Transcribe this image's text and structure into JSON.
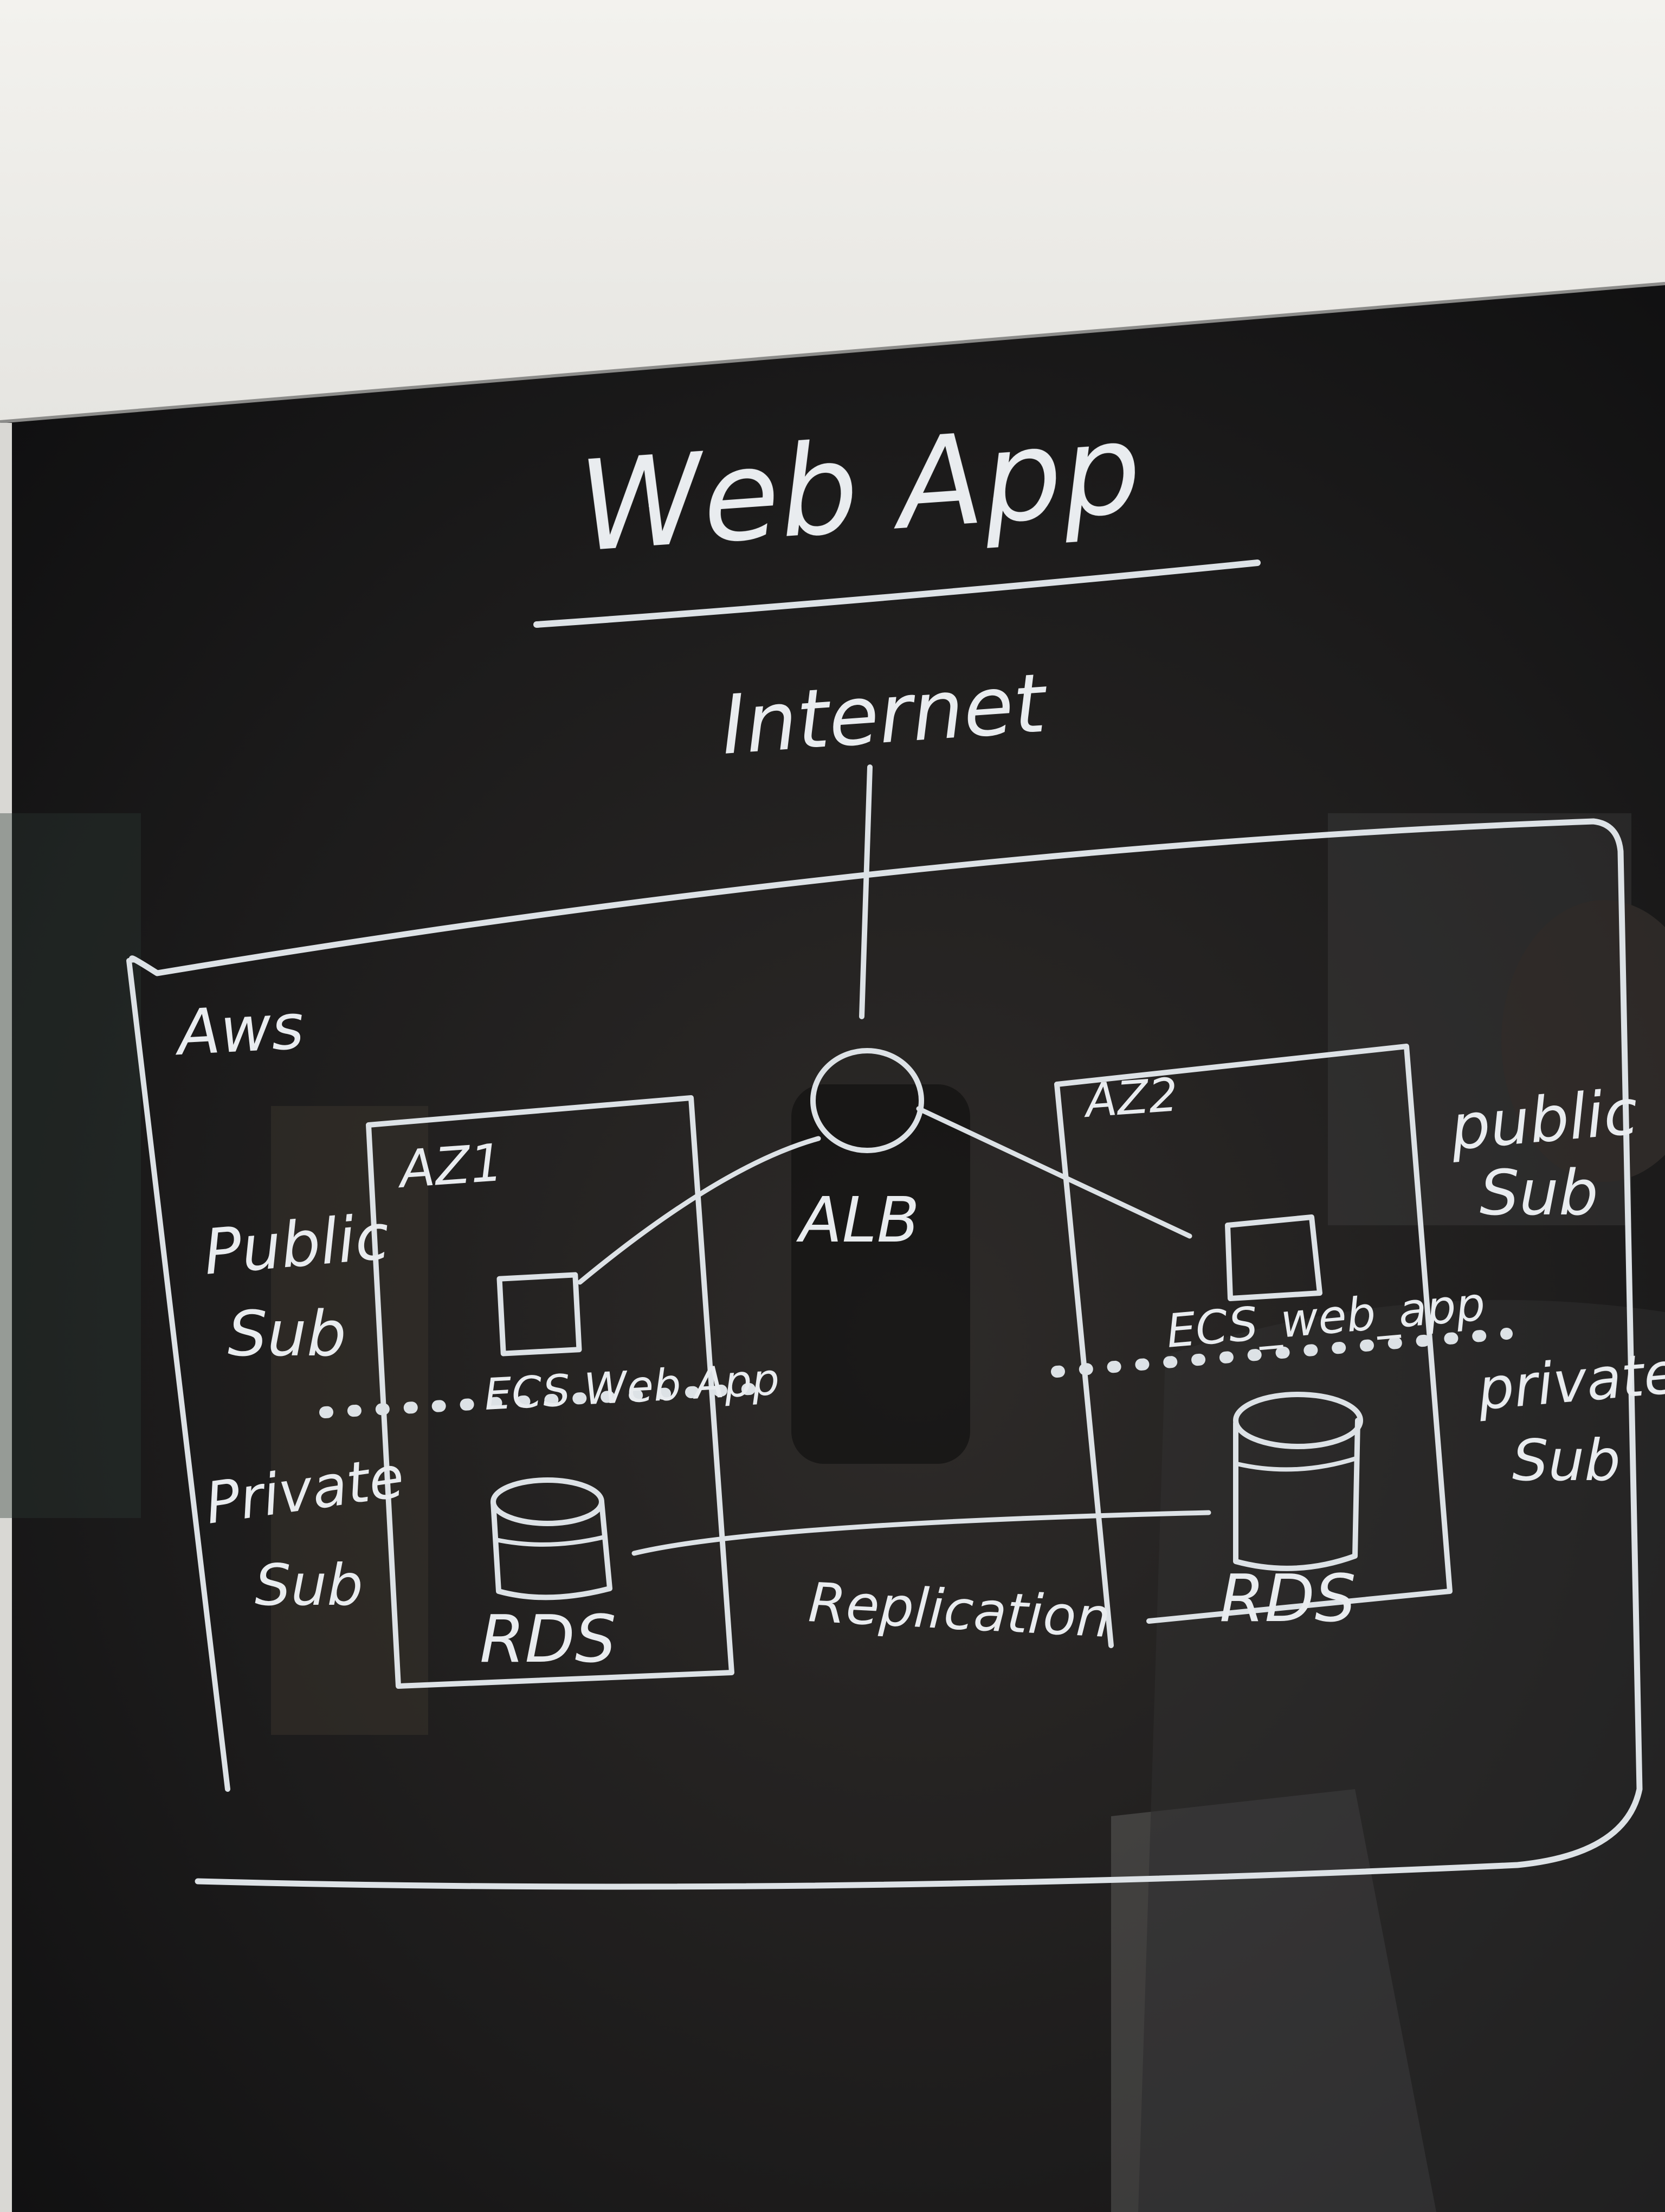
{
  "title": "Web App",
  "internet": "Internet",
  "cloud": "Aws",
  "load_balancer": "ALB",
  "replication": "Replication",
  "left_az": {
    "label": "AZ1",
    "public_subnet": [
      "Public",
      "Sub"
    ],
    "app": "ECS Web App",
    "private_subnet": [
      "Private",
      "Sub"
    ],
    "db": "RDS"
  },
  "right_az": {
    "label": "AZ2",
    "public_subnet": [
      "public",
      "Sub"
    ],
    "app": "ECS_web_app",
    "private_subnet": [
      "private",
      "Sub"
    ],
    "db": "RDS"
  },
  "colors": {
    "wall": "#f1f0ec",
    "board": "#151515",
    "marker": "#e3e7ea"
  }
}
